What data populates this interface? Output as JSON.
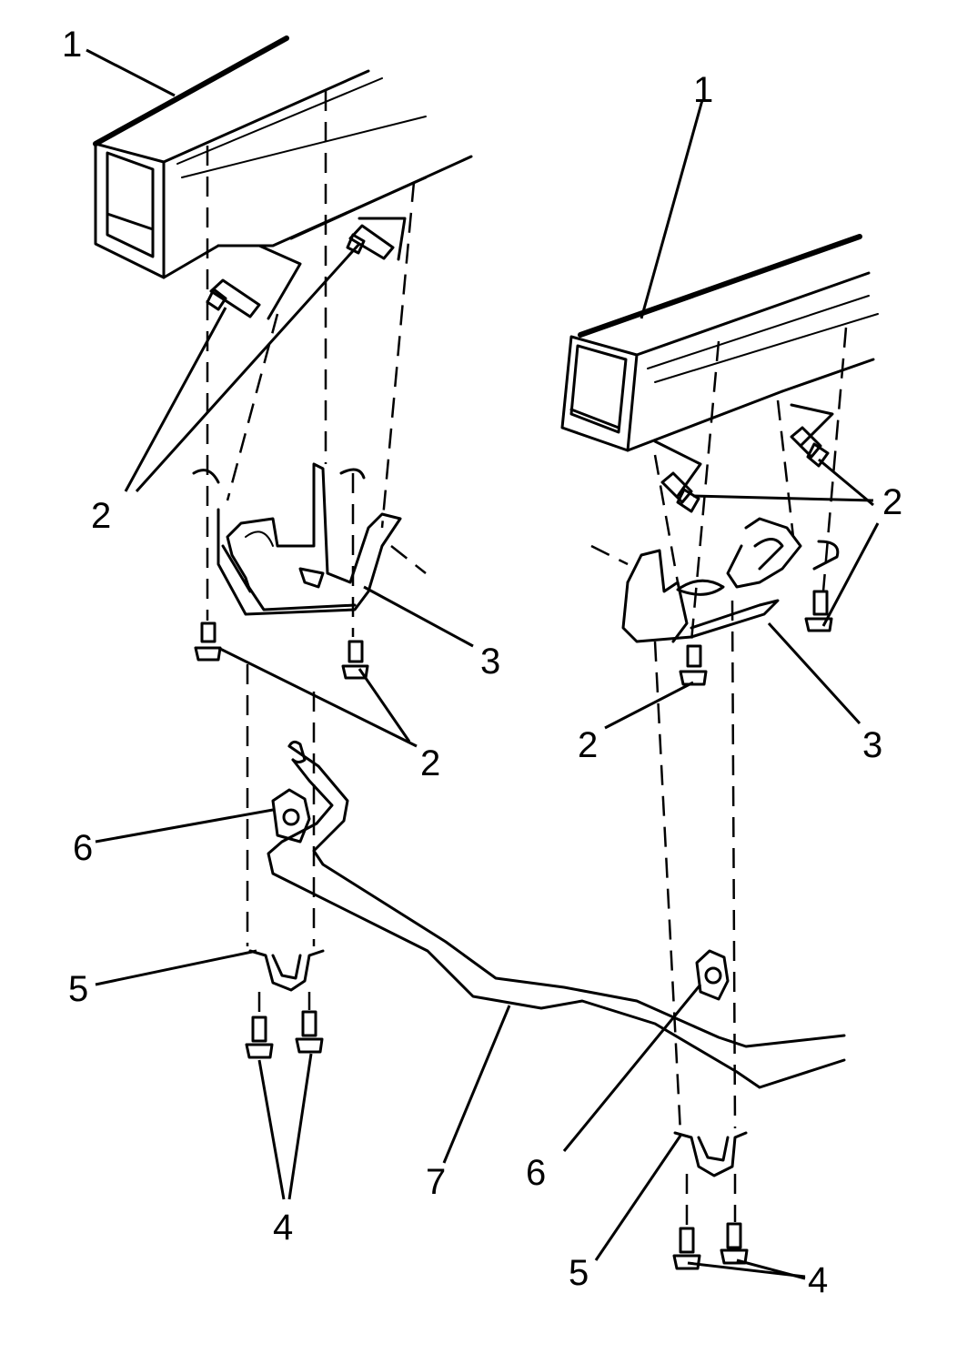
{
  "callouts": {
    "frame_rail_left": "1",
    "frame_rail_right": "1",
    "bolt_upper_left": "2",
    "bolt_lower_left": "2",
    "bolt_upper_right": "2",
    "bolt_lower_right": "2",
    "bracket_left": "3",
    "bracket_right": "3",
    "clamp_bolt_left": "4",
    "clamp_bolt_right": "4",
    "clamp_left": "5",
    "clamp_right": "5",
    "insulator_left": "6",
    "insulator_right": "6",
    "stabilizer_shaft": "7"
  }
}
